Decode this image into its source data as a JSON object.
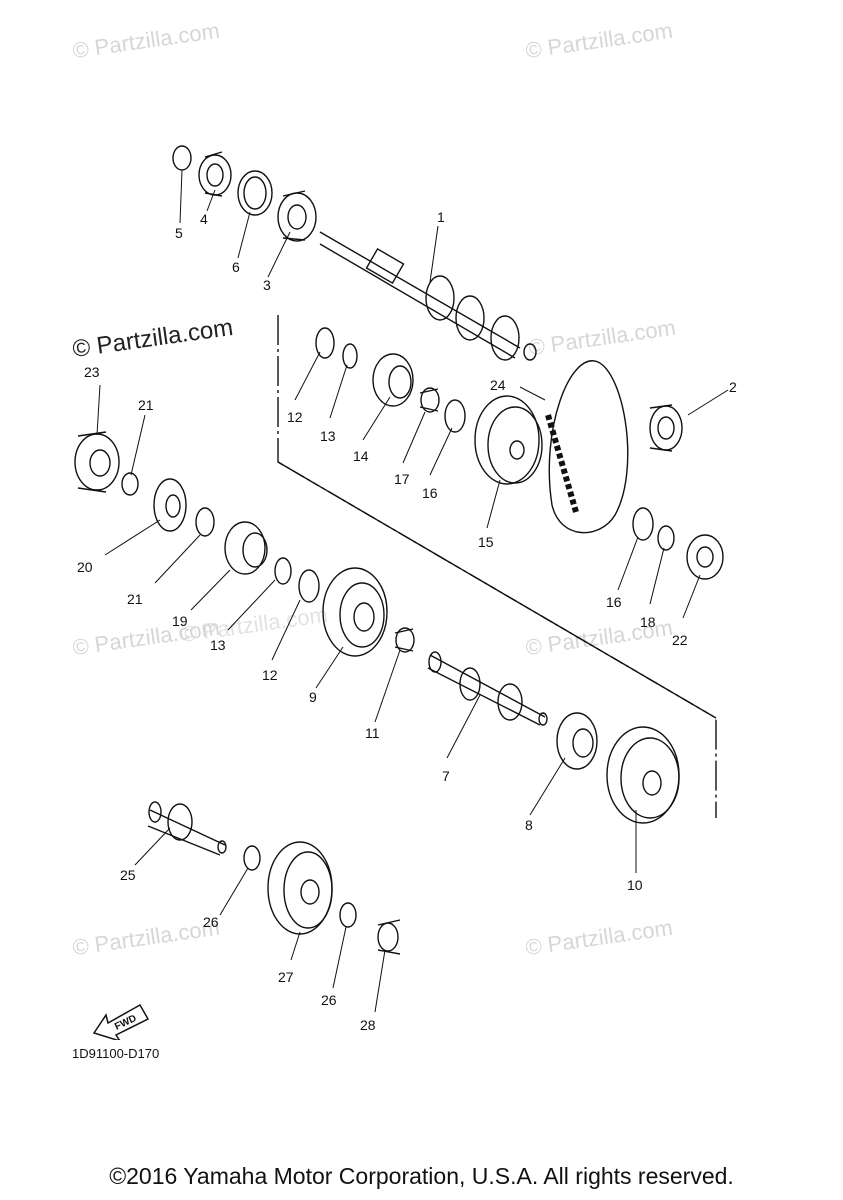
{
  "watermarks": [
    "© Partzilla.com",
    "© Partzilla.com",
    "© Partzilla.com",
    "© Partzilla.com",
    "© Partzilla.com",
    "© Partzilla.com",
    "© Partzilla.com",
    "© Partzilla.com",
    "© Partzilla.com"
  ],
  "callouts": [
    "1",
    "2",
    "3",
    "4",
    "5",
    "6",
    "7",
    "8",
    "9",
    "10",
    "11",
    "12",
    "13",
    "14",
    "15",
    "16",
    "17",
    "18",
    "19",
    "20",
    "21",
    "22",
    "23",
    "24",
    "25",
    "26",
    "27",
    "28",
    "21",
    "16",
    "12",
    "13",
    "26"
  ],
  "fwd_label": "FWD",
  "drawing_code": "1D91100-D170",
  "copyright": "©2016 Yamaha Motor Corporation, U.S.A. All rights reserved."
}
